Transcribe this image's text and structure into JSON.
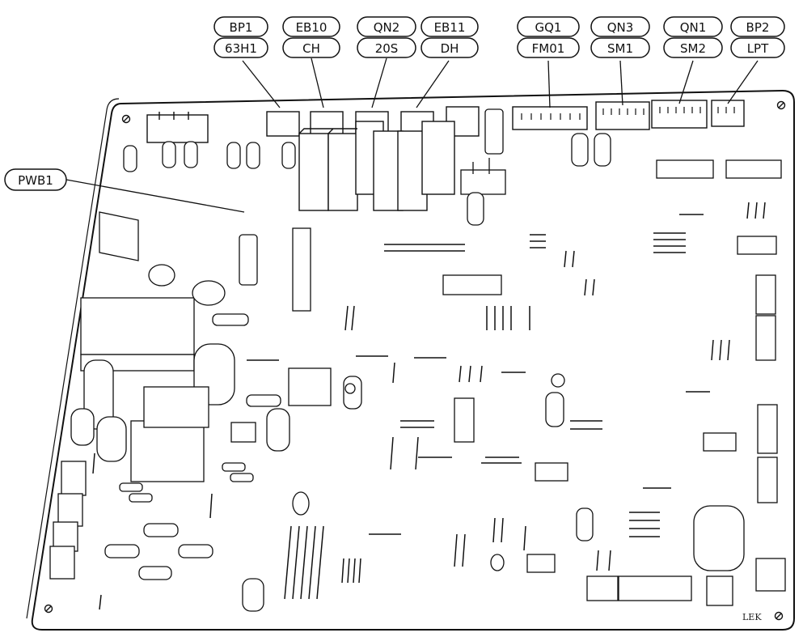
{
  "board": {
    "label": "PWB1",
    "corner_mark": "LEK"
  },
  "callouts": [
    {
      "id": "bp1",
      "top": "BP1",
      "bottom": "63H1"
    },
    {
      "id": "eb10",
      "top": "EB10",
      "bottom": "CH"
    },
    {
      "id": "qn2",
      "top": "QN2",
      "bottom": "20S"
    },
    {
      "id": "eb11",
      "top": "EB11",
      "bottom": "DH"
    },
    {
      "id": "gq1",
      "top": "GQ1",
      "bottom": "FM01"
    },
    {
      "id": "qn3",
      "top": "QN3",
      "bottom": "SM1"
    },
    {
      "id": "qn1",
      "top": "QN1",
      "bottom": "SM2"
    },
    {
      "id": "bp2",
      "top": "BP2",
      "bottom": "LPT"
    }
  ]
}
